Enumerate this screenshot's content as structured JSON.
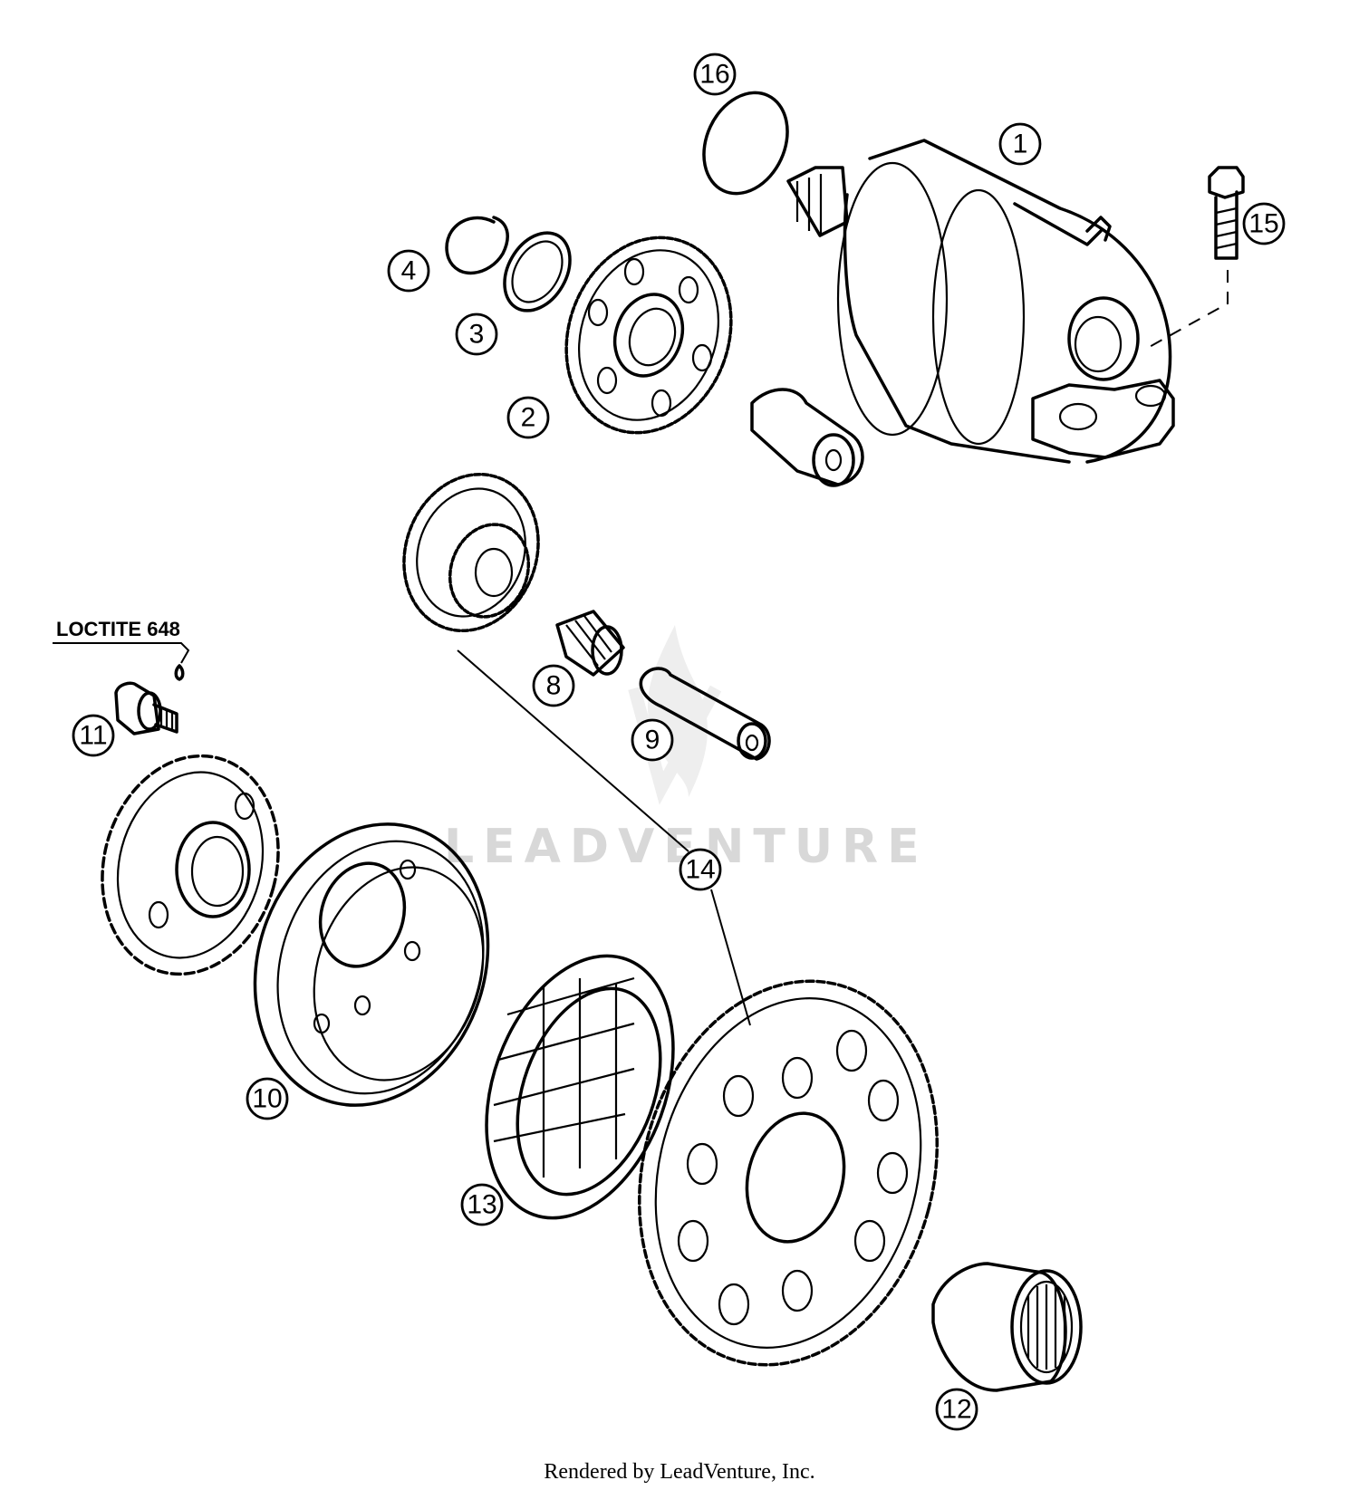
{
  "watermark": "LEADVENTURE",
  "note": "LOCTITE 648",
  "footer": "Rendered by LeadVenture, Inc.",
  "callouts": {
    "c1": "1",
    "c2": "2",
    "c3": "3",
    "c4": "4",
    "c8": "8",
    "c9": "9",
    "c10": "10",
    "c11": "11",
    "c12": "12",
    "c13": "13",
    "c14": "14",
    "c15": "15",
    "c16": "16"
  }
}
